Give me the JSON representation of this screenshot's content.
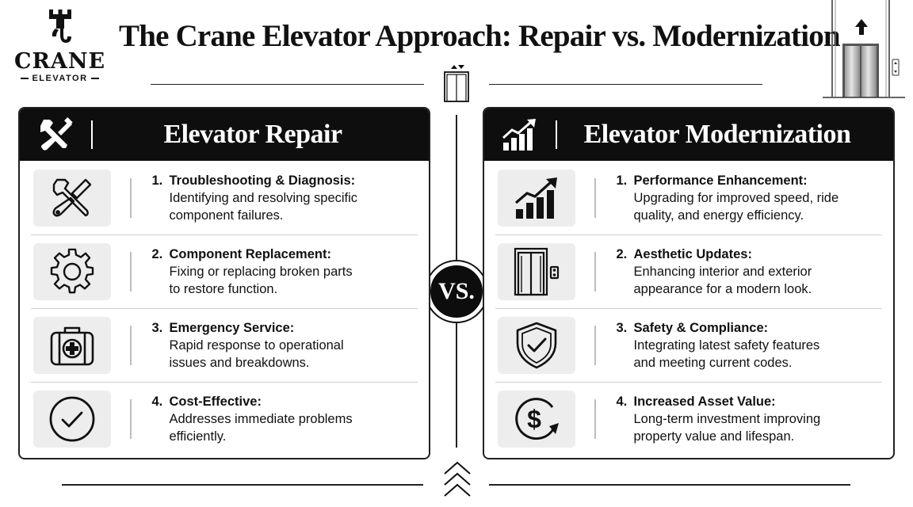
{
  "logo": {
    "name": "CRANE",
    "sub": "ELEVATOR"
  },
  "title": "The Crane Elevator Approach: Repair vs. Modernization",
  "vs_label": "VS.",
  "repair": {
    "title": "Elevator Repair",
    "items": [
      {
        "num": "1.",
        "heading": "Troubleshooting & Diagnosis:",
        "desc": [
          "Identifying and resolving specific",
          "component failures."
        ],
        "icon": "tools-icon"
      },
      {
        "num": "2.",
        "heading": "Component Replacement:",
        "desc": [
          "Fixing or replacing broken parts",
          "to restore function."
        ],
        "icon": "gear-icon"
      },
      {
        "num": "3.",
        "heading": "Emergency Service:",
        "desc": [
          "Rapid response to operational",
          "issues and breakdowns."
        ],
        "icon": "first-aid-kit-icon"
      },
      {
        "num": "4.",
        "heading": "Cost-Effective:",
        "desc": [
          "Addresses immediate problems",
          "efficiently."
        ],
        "icon": "check-circle-icon"
      }
    ]
  },
  "modernization": {
    "title": "Elevator Modernization",
    "items": [
      {
        "num": "1.",
        "heading": "Performance Enhancement:",
        "desc": [
          "Upgrading for improved speed, ride",
          "quality, and energy efficiency."
        ],
        "icon": "growth-chart-icon"
      },
      {
        "num": "2.",
        "heading": "Aesthetic Updates:",
        "desc": [
          "Enhancing interior and exterior",
          "appearance for a modern look."
        ],
        "icon": "elevator-doors-icon"
      },
      {
        "num": "3.",
        "heading": "Safety & Compliance:",
        "desc": [
          "Integrating latest safety features",
          "and meeting current codes."
        ],
        "icon": "shield-check-icon"
      },
      {
        "num": "4.",
        "heading": "Increased Asset Value:",
        "desc": [
          "Long-term investment improving",
          "property value and lifespan."
        ],
        "icon": "dollar-cycle-icon"
      }
    ]
  },
  "colors": {
    "dark": "#0e0e0e",
    "tile": "#ededed",
    "line": "#222222"
  }
}
